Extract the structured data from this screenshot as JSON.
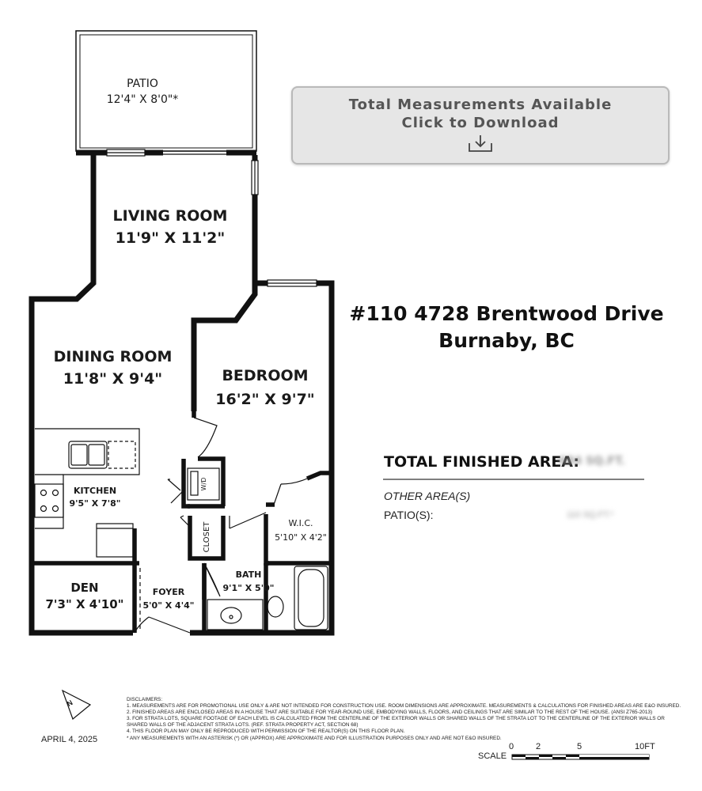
{
  "rooms": {
    "patio": {
      "name": "PATIO",
      "dims": "12'4\" X 8'0\"*"
    },
    "living": {
      "name": "LIVING ROOM",
      "dims": "11'9\" X 11'2\""
    },
    "dining": {
      "name": "DINING ROOM",
      "dims": "11'8\" X 9'4\""
    },
    "bedroom": {
      "name": "BEDROOM",
      "dims": "16'2\" X 9'7\""
    },
    "kitchen": {
      "name": "KITCHEN",
      "dims": "9'5\" X 7'8\""
    },
    "wic": {
      "name": "W.I.C.",
      "dims": "5'10\" X 4'2\""
    },
    "den": {
      "name": "DEN",
      "dims": "7'3\" X 4'10\""
    },
    "foyer": {
      "name": "FOYER",
      "dims": "5'0\" X 4'4\""
    },
    "bath": {
      "name": "BATH",
      "dims": "9'1\" X 5'0\""
    },
    "closet": {
      "name": "CLOSET"
    },
    "wd": {
      "name": "W/D"
    }
  },
  "download": {
    "line1": "Total Measurements Available",
    "line2": "Click to Download",
    "icon": "download-icon"
  },
  "address": {
    "line1": "#110 4728 Brentwood Drive",
    "line2": "Burnaby, BC"
  },
  "area": {
    "total_label": "TOTAL FINISHED AREA:",
    "total_value": "684 SQ.FT.",
    "other_label": "OTHER AREA(S)",
    "patio_label": "PATIO(S):",
    "patio_value": "110 SQ.FT.*"
  },
  "north": "N",
  "date": "APRIL 4, 2025",
  "disclaimers": {
    "title": "DISCLAIMERS:",
    "items": [
      "1. MEASUREMENTS ARE FOR PROMOTIONAL USE ONLY & ARE NOT INTENDED FOR CONSTRUCTION USE. ROOM DIMENSIONS ARE APPROXIMATE. MEASUREMENTS & CALCULATIONS FOR FINISHED AREAS ARE E&O INSURED.",
      "2. FINISHED AREAS ARE ENCLOSED AREAS IN A HOUSE THAT ARE SUITABLE FOR YEAR-ROUND USE, EMBODYING WALLS, FLOORS, AND CEILINGS THAT ARE SIMILAR TO THE REST OF THE HOUSE. (ANSI Z765-2013)",
      "3. FOR STRATA LOTS, SQUARE FOOTAGE OF EACH LEVEL IS CALCULATED FROM THE CENTERLINE OF THE EXTERIOR WALLS OR SHARED WALLS OF THE STRATA LOT TO THE CENTERLINE OF THE EXTERIOR WALLS OR",
      "SHARED WALLS OF THE ADJACENT STRATA LOTS. (REF. STRATA PROPERTY ACT, SECTION 68)",
      "4. THIS FLOOR PLAN MAY ONLY BE REPRODUCED WITH PERMISSION OF THE REALTOR(S) ON THIS FLOOR PLAN.",
      "* ANY MEASUREMENTS WITH AN ASTERISK (*) OR (APPROX) ARE APPROXIMATE AND FOR ILLUSTRATION PURPOSES ONLY AND ARE NOT E&O INSURED."
    ]
  },
  "scale": {
    "label": "SCALE",
    "ticks": [
      "0",
      "2",
      "5",
      "10FT"
    ]
  }
}
